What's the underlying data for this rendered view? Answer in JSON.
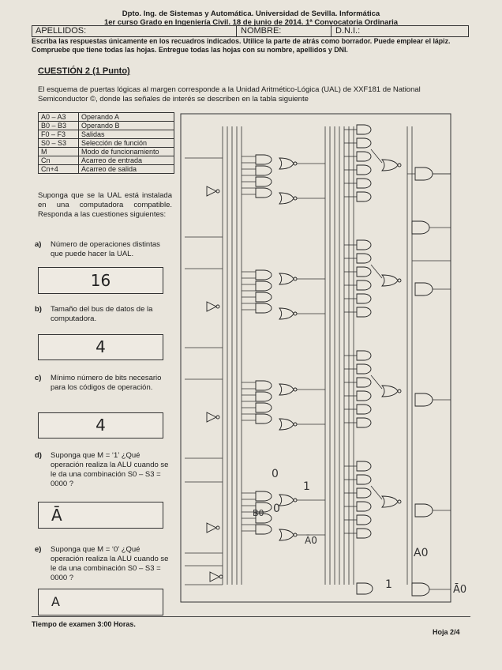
{
  "header": {
    "line1": "Dpto. Ing. de Sistemas y Automática. Universidad de Sevilla. Informática",
    "line2": "1er curso Grado en Ingeniería Civil. 18 de junio de 2014. 1ª Convocatoria Ordinaria"
  },
  "namebar": {
    "apellidos": "APELLIDOS:",
    "nombre": "NOMBRE:",
    "dni": "D.N.I.:"
  },
  "instructions": "Escriba las respuestas únicamente en los recuadros indicados. Utilice la parte de atrás como borrador. Puede emplear el lápiz. Compruebe que tiene todas las hojas. Entregue todas las hojas con su nombre, apellidos y DNI.",
  "question": {
    "title": "CUESTIÓN 2 (1 Punto)",
    "intro": "El esquema de puertas lógicas al margen corresponde a la Unidad Aritmético-Lógica (UAL) de XXF181 de National Semiconductor ©, donde las señales de interés se describen en la tabla siguiente"
  },
  "signals": [
    {
      "name": "A0 – A3",
      "desc": "Operando A"
    },
    {
      "name": "B0 – B3",
      "desc": "Operando B"
    },
    {
      "name": "F0 – F3",
      "desc": "Salidas"
    },
    {
      "name": "S0 – S3",
      "desc": "Selección de función"
    },
    {
      "name": "M",
      "desc": "Modo de funcionamiento"
    },
    {
      "name": "Cn",
      "desc": "Acarreo de entrada"
    },
    {
      "name": "Cn+4",
      "desc": "Acarreo de salida"
    }
  ],
  "suppose": "Suponga que se la UAL está instalada en una computadora compatible. Responda a las cuestiones siguientes:",
  "items": [
    {
      "label": "a)",
      "text": "Número de operaciones distintas que puede hacer la UAL.",
      "answer": "16"
    },
    {
      "label": "b)",
      "text": "Tamaño del bus de datos de la computadora.",
      "answer": "4"
    },
    {
      "label": "c)",
      "text": "Mínimo número de bits necesario para los códigos de operación.",
      "answer": "4"
    },
    {
      "label": "d)",
      "text": "Suponga que M = ‘1’ ¿Qué operación realiza la ALU cuando se le da una combinación S0 – S3 = 0000 ?",
      "answer": "Ā"
    },
    {
      "label": "e)",
      "text": "Suponga que M = ‘0’ ¿Qué operación realiza la ALU cuando se le da una combinación S0 – S3 = 0000 ?",
      "answer": "A"
    }
  ],
  "handwritten": {
    "n1": "1",
    "n0": "0",
    "b0": "B0",
    "a0bar": "Ā0",
    "a0": "A0",
    "one": "1",
    "a0bar2": "Ā0"
  },
  "footer": {
    "time": "Tiempo de examen 3:00 Horas.",
    "page": "Hoja 2/4"
  }
}
